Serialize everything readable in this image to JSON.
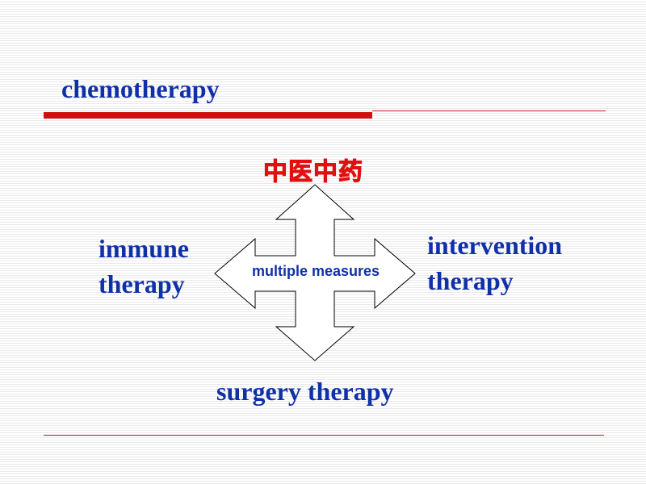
{
  "slide": {
    "title": "chemotherapy",
    "top_label": "中医中药",
    "left_label": [
      "immune",
      "therapy"
    ],
    "right_label": [
      "intervention",
      "therapy"
    ],
    "bottom_label": "surgery therapy",
    "center_label": "multiple measures"
  },
  "colors": {
    "title_text": "#1030a8",
    "accent_red": "#d01010",
    "chinese_text": "#e01010"
  }
}
